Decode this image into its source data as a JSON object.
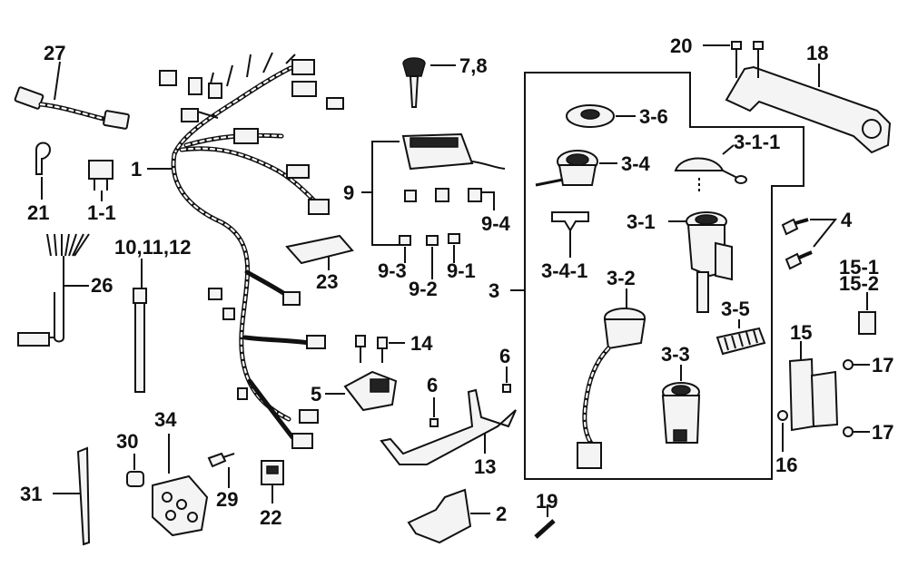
{
  "callouts": {
    "c1": "1",
    "c1_1": "1-1",
    "c2": "2",
    "c3": "3",
    "c3_1": "3-1",
    "c3_1_1": "3-1-1",
    "c3_2": "3-2",
    "c3_3": "3-3",
    "c3_4": "3-4",
    "c3_4_1": "3-4-1",
    "c3_5": "3-5",
    "c3_6": "3-6",
    "c4": "4",
    "c5": "5",
    "c6a": "6",
    "c6b": "6",
    "c7_8": "7,8",
    "c9": "9",
    "c9_1": "9-1",
    "c9_2": "9-2",
    "c9_3": "9-3",
    "c9_4": "9-4",
    "c10_11_12": "10,11,12",
    "c13": "13",
    "c14": "14",
    "c15": "15",
    "c15_1": "15-1",
    "c15_2": "15-2",
    "c16": "16",
    "c17a": "17",
    "c17b": "17",
    "c18": "18",
    "c19": "19",
    "c20": "20",
    "c21": "21",
    "c22": "22",
    "c23": "23",
    "c26": "26",
    "c27": "27",
    "c29": "29",
    "c30": "30",
    "c31": "31",
    "c34": "34"
  },
  "colors": {
    "line": "#111111",
    "background": "#ffffff"
  }
}
